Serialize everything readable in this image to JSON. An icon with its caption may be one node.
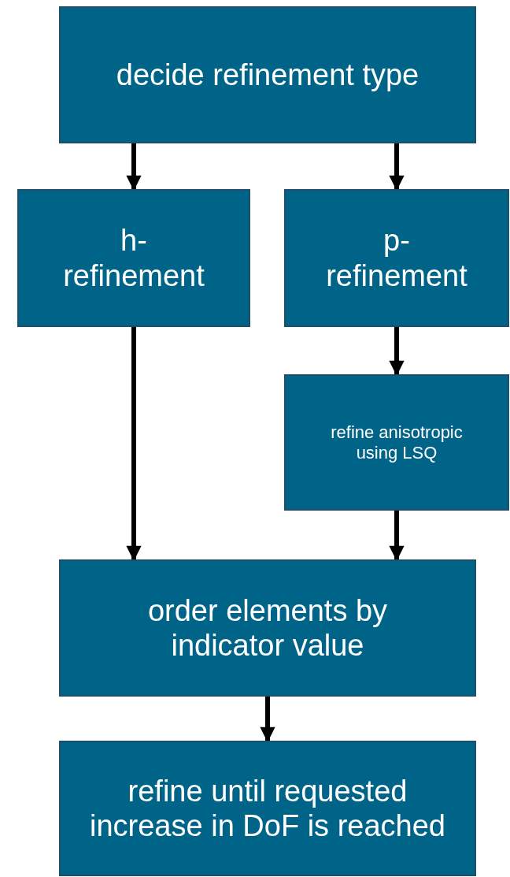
{
  "diagram": {
    "nodes": [
      {
        "text": [
          "decide refinement type"
        ]
      },
      {
        "text": [
          "h-refinement"
        ]
      },
      {
        "text": [
          "p-refinement"
        ]
      },
      {
        "text": [
          "refine anisotropic using LSQ"
        ]
      },
      {
        "text": [
          "order elements by indicator value"
        ]
      },
      {
        "text": [
          "refine until requested increase in DoF is reached"
        ]
      }
    ],
    "edges": [
      {
        "from": 0,
        "to": 1,
        "arrow": "to"
      },
      {
        "from": 0,
        "to": 2,
        "arrow": "to"
      },
      {
        "from": 2,
        "to": 3,
        "arrow": "to"
      },
      {
        "from": 1,
        "to": 4,
        "arrow": "to"
      },
      {
        "from": 3,
        "to": 4,
        "arrow": "to"
      },
      {
        "from": 4,
        "to": 5,
        "arrow": "to"
      }
    ]
  }
}
